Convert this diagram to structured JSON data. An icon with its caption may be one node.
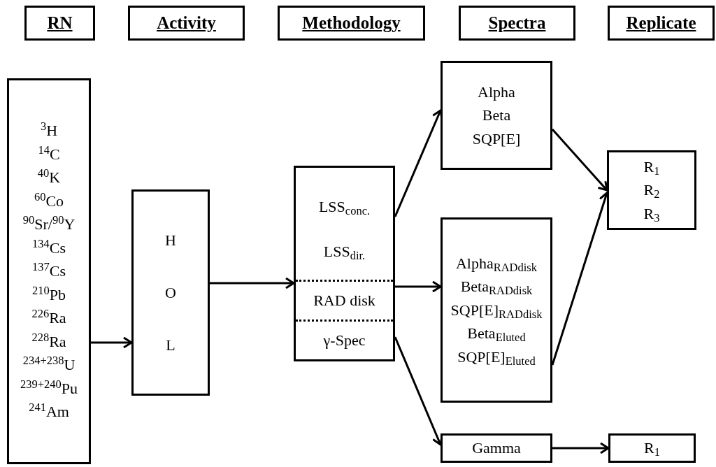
{
  "diagram": {
    "nodes": [
      {
        "text": [
          "RN"
        ]
      },
      {
        "text": [
          "Activity"
        ]
      },
      {
        "text": [
          "Methodology"
        ]
      },
      {
        "text": [
          "Spectra"
        ]
      },
      {
        "text": [
          "Replicate"
        ]
      },
      {
        "text": [
          "$^{3}$H",
          "$^{14}$C",
          "$^{40}$K",
          "$^{60}$Co",
          "$^{90}$Sr/$^{90}$Y",
          "$^{134}$Cs",
          "$^{137}$Cs",
          "$^{210}$Pb",
          "$^{226}$Ra",
          "$^{228}$Ra",
          "$^{234+238}$U",
          "$^{239+240}$Pu",
          "$^{241}$Am"
        ]
      },
      {
        "text": [
          "H",
          "O",
          "L"
        ]
      },
      {
        "text": [
          "LSS$_{conc.}$",
          "LSS$_{dir.}$",
          "RAD disk",
          "γ-Spec"
        ]
      },
      {
        "text": [
          "Alpha",
          "Beta",
          "SQP[E]"
        ]
      },
      {
        "text": [
          "Alpha$_{RADdisk}$",
          "Beta$_{RADdisk}$",
          "SQP[E]$_{RADdisk}$",
          "Beta$_{Eluted}$",
          "SQP[E]$_{Eluted}$"
        ]
      },
      {
        "text": [
          "Gamma"
        ]
      },
      {
        "text": [
          "R$_{1}$",
          "R$_{2}$",
          "R$_{3}$"
        ]
      },
      {
        "text": [
          "R$_{1}$"
        ]
      }
    ],
    "edges": [
      {
        "from": 5,
        "to": 6,
        "arrow": "to"
      },
      {
        "from": 6,
        "to": 7,
        "arrow": "to"
      },
      {
        "from": 7,
        "to": 8,
        "arrow": "to"
      },
      {
        "from": 7,
        "to": 9,
        "arrow": "to"
      },
      {
        "from": 7,
        "to": 10,
        "arrow": "to"
      },
      {
        "from": 8,
        "to": 11,
        "arrow": "to"
      },
      {
        "from": 9,
        "to": 11,
        "arrow": "to"
      },
      {
        "from": 10,
        "to": 12,
        "arrow": "to"
      }
    ]
  }
}
